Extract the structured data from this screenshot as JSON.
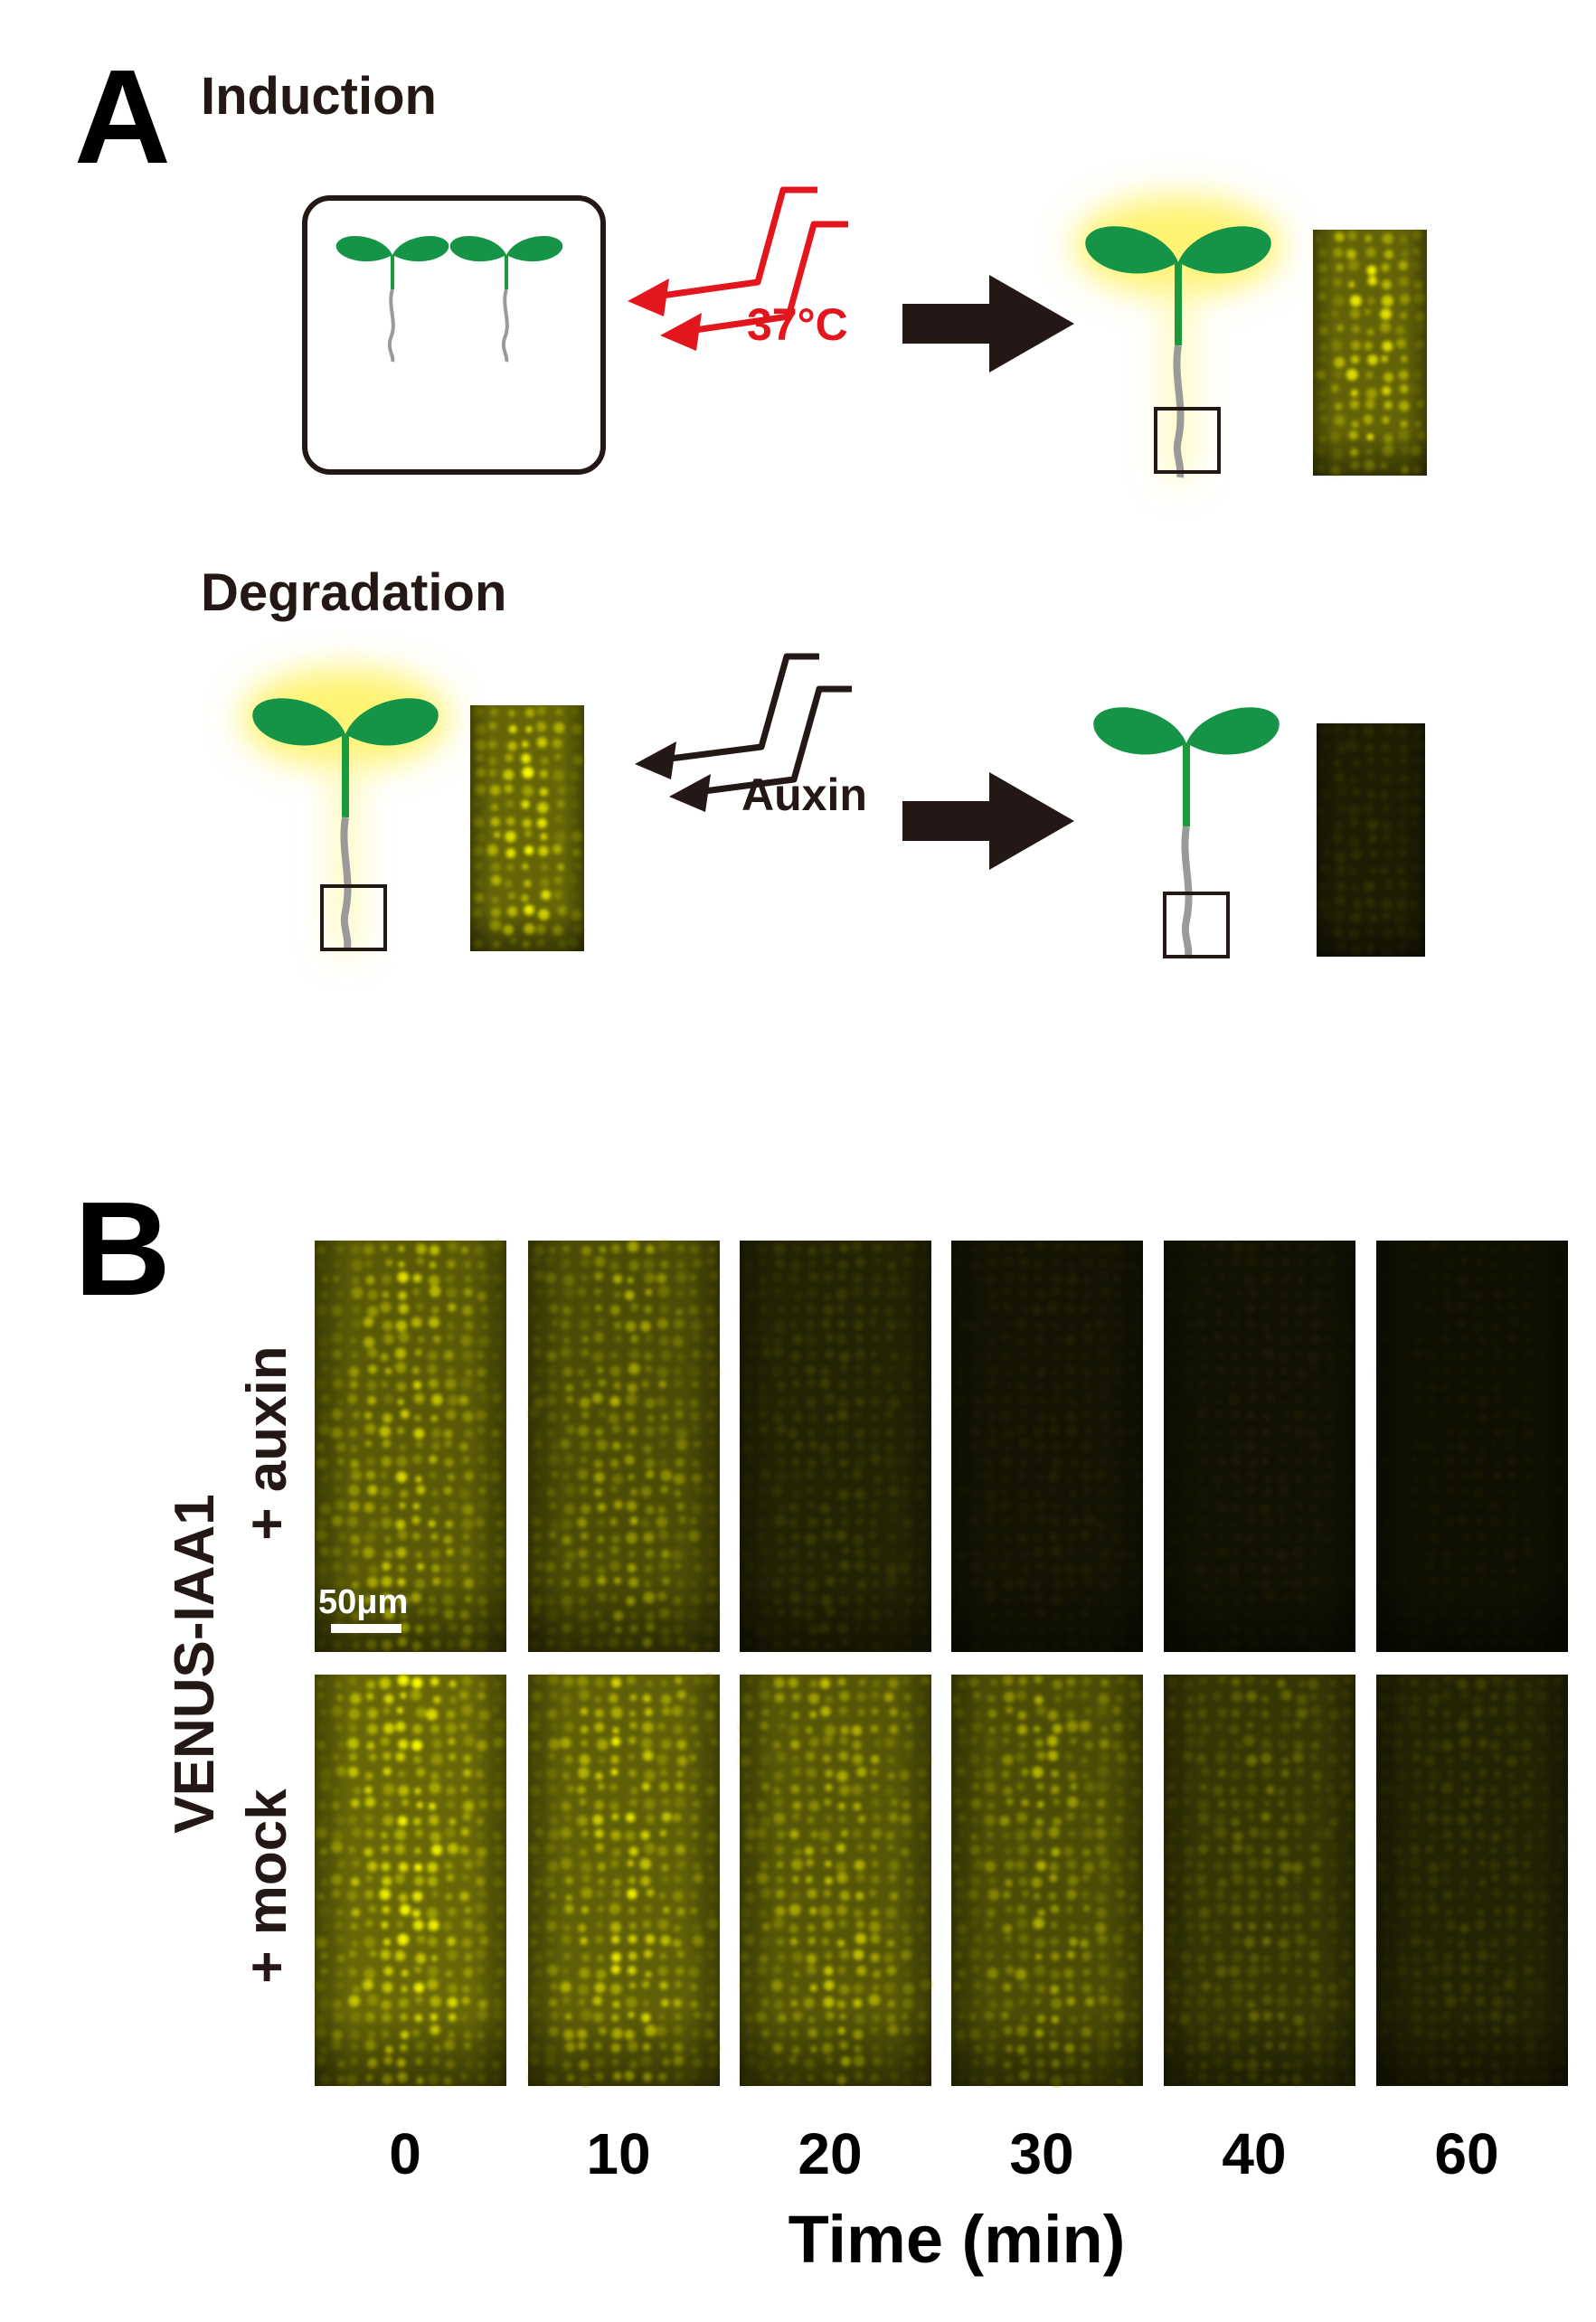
{
  "panel_a": {
    "letter": "A",
    "induction_label": "Induction",
    "heat_label": "37°C",
    "degradation_label": "Degradation",
    "auxin_label": "Auxin"
  },
  "panel_b": {
    "letter": "B",
    "construct_label": "VENUS-IAA1",
    "rows": [
      {
        "label": "+ auxin",
        "intensities": [
          0.85,
          0.72,
          0.28,
          0.13,
          0.1,
          0.08
        ]
      },
      {
        "label": "+ mock",
        "intensities": [
          1.0,
          0.92,
          0.82,
          0.72,
          0.48,
          0.28
        ]
      }
    ],
    "scale_bar_label": "50μm",
    "time_labels": [
      "0",
      "10",
      "20",
      "30",
      "40",
      "60"
    ],
    "time_axis_label": "Time (min)"
  },
  "colors": {
    "leaf": "#159447",
    "stem": "#1a9a3c",
    "root": "#9a9a9a",
    "heat_arrow": "#e3161d",
    "dark": "#231815",
    "fluorescence": "#e8e800"
  }
}
